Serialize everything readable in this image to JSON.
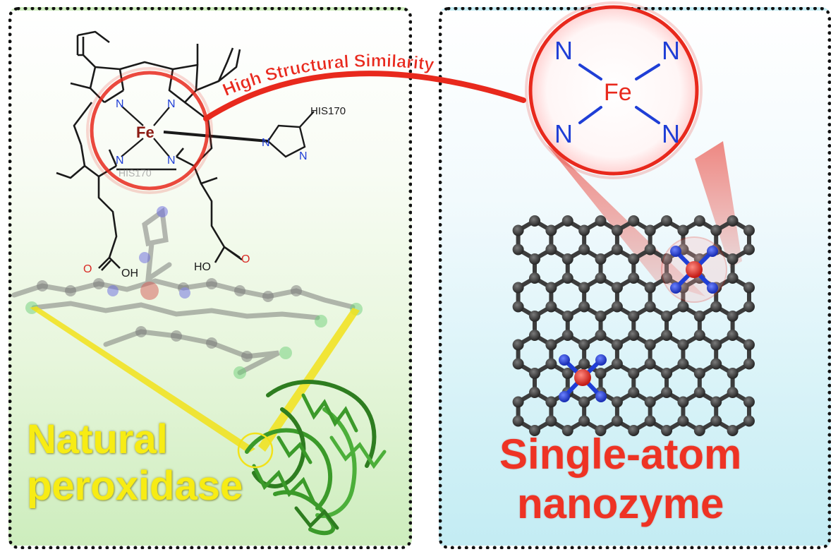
{
  "left_panel": {
    "label_line1": "Natural",
    "label_line2": "peroxidase",
    "label_color": "#f7ec14",
    "background": "#d6f0c8"
  },
  "right_panel": {
    "label_line1": "Single-atom",
    "label_line2": "nanozyme",
    "label_color": "#ee3324",
    "background": "#c8eef4"
  },
  "connector": {
    "label": "High Structural Similarity",
    "color": "#e8291d"
  },
  "heme_structure": {
    "metal": "Fe",
    "ligand_label": "HIS170",
    "faded_ligand_label": "HIS170",
    "acid_labels": [
      "O",
      "OH",
      "HO",
      "O"
    ]
  },
  "fen4_zoom": {
    "metal": "Fe",
    "ligands": [
      "N",
      "N",
      "N",
      "N"
    ]
  },
  "colors": {
    "carbon": "#3c3c3c",
    "nitrogen": "#1f3ed6",
    "iron": "#d92a25",
    "highlight": "#e8291d",
    "protein": "#3b9a2a",
    "beam": "#f2e21a"
  },
  "icons": [
    "heme-molecule",
    "protein-ribbon",
    "graphene-lattice",
    "fe-n4-site"
  ]
}
